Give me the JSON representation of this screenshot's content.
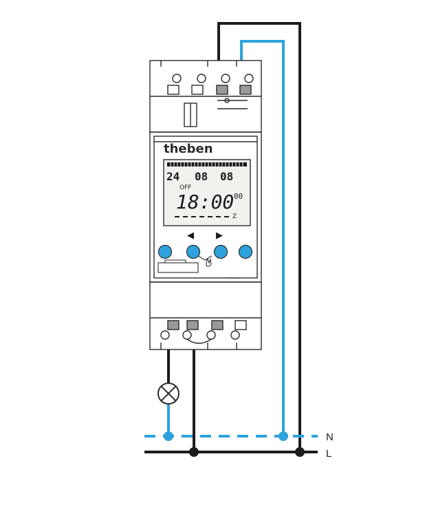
{
  "device": {
    "brand": "theben",
    "display": {
      "day_digits": "24",
      "date_a": "08",
      "date_b": "08",
      "state": "OFF",
      "time": "18:00",
      "seconds": "00",
      "auto_marker": "Z"
    },
    "buttons": [
      {
        "label": "",
        "arrow": ""
      },
      {
        "label": "",
        "arrow": "◀"
      },
      {
        "label": "",
        "arrow": "▶"
      },
      {
        "label": "",
        "arrow": ""
      }
    ]
  },
  "rails": {
    "neutral_label": "N",
    "live_label": "L"
  },
  "colors": {
    "neutral_wire": "#2ea3dd",
    "live_wire": "#1c1c1c",
    "button_fill": "#2ea3dd",
    "device_outline": "#2a2a2a"
  },
  "icons": {
    "lamp": "lamp-cross-icon",
    "hand": "manual-hand-icon",
    "arrow_left": "arrow-left-icon",
    "arrow_right": "arrow-right-icon"
  }
}
